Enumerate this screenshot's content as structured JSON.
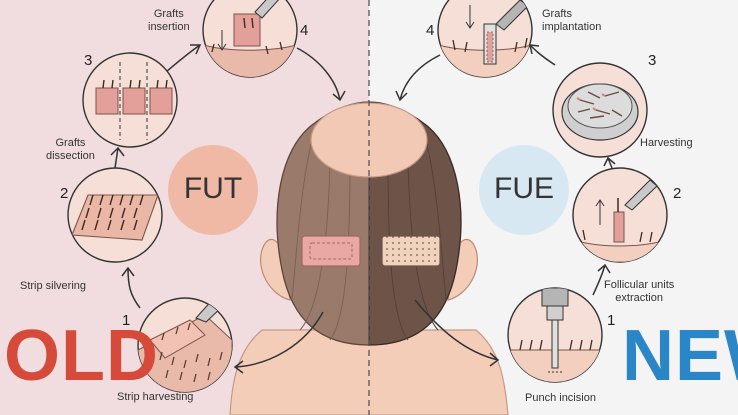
{
  "colors": {
    "left_bg": "#f1dde0",
    "right_bg": "#f4f4f4",
    "old": "#d64a3a",
    "new": "#2b86c8",
    "fut_badge": "#f0b9a6",
    "fue_badge": "#d7e8f3"
  },
  "left": {
    "badge": "FUT",
    "big_label": "OLD",
    "steps": [
      {
        "number": "1",
        "label": "Strip harvesting"
      },
      {
        "number": "2",
        "label": "Strip silvering"
      },
      {
        "number": "3",
        "label": "Grafts\ndissection"
      },
      {
        "number": "4",
        "label": "Grafts\ninsertion"
      }
    ]
  },
  "right": {
    "badge": "FUE",
    "big_label": "NEW",
    "steps": [
      {
        "number": "1",
        "label": "Punch incision"
      },
      {
        "number": "2",
        "label": "Follicular units\nextraction"
      },
      {
        "number": "3",
        "label": "Harvesting"
      },
      {
        "number": "4",
        "label": "Grafts\nimplantation"
      }
    ]
  }
}
